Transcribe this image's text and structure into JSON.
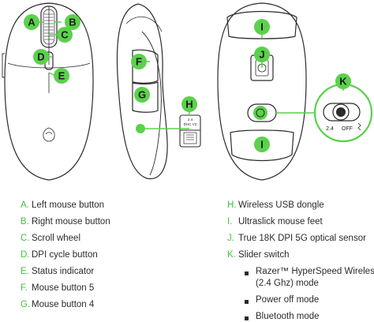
{
  "callouts": {
    "A": "A",
    "B": "B",
    "C": "C",
    "D": "D",
    "E": "E",
    "F": "F",
    "G": "G",
    "H": "H",
    "I_top": "I",
    "I_bottom": "I",
    "J": "J",
    "K": "K"
  },
  "dongle": {
    "line1": "2.4",
    "line2": "DHC V2"
  },
  "switch_labels": {
    "left": "2.4",
    "middle": "OFF"
  },
  "legend_left": [
    {
      "letter": "A.",
      "text": "Left mouse button"
    },
    {
      "letter": "B.",
      "text": "Right mouse button"
    },
    {
      "letter": "C.",
      "text": "Scroll wheel"
    },
    {
      "letter": "D.",
      "text": "DPI cycle button"
    },
    {
      "letter": "E.",
      "text": "Status indicator"
    },
    {
      "letter": "F.",
      "text": "Mouse button 5"
    },
    {
      "letter": "G.",
      "text": "Mouse button 4"
    }
  ],
  "legend_right": [
    {
      "letter": "H.",
      "text": "Wireless USB dongle"
    },
    {
      "letter": "I.",
      "text": "Ultraslick mouse feet"
    },
    {
      "letter": "J.",
      "text": "True 18K DPI 5G optical sensor"
    },
    {
      "letter": "K.",
      "text": "Slider switch"
    }
  ],
  "switch_modes": [
    {
      "line1": "Razer™ HyperSpeed Wireless",
      "line2": "(2.4 Ghz) mode"
    },
    {
      "line1": "Power off mode"
    },
    {
      "line1": "Bluetooth mode"
    }
  ],
  "colors": {
    "accent": "#5bd14c",
    "accent_text": "#44c23b",
    "line": "#2b2b2b"
  }
}
